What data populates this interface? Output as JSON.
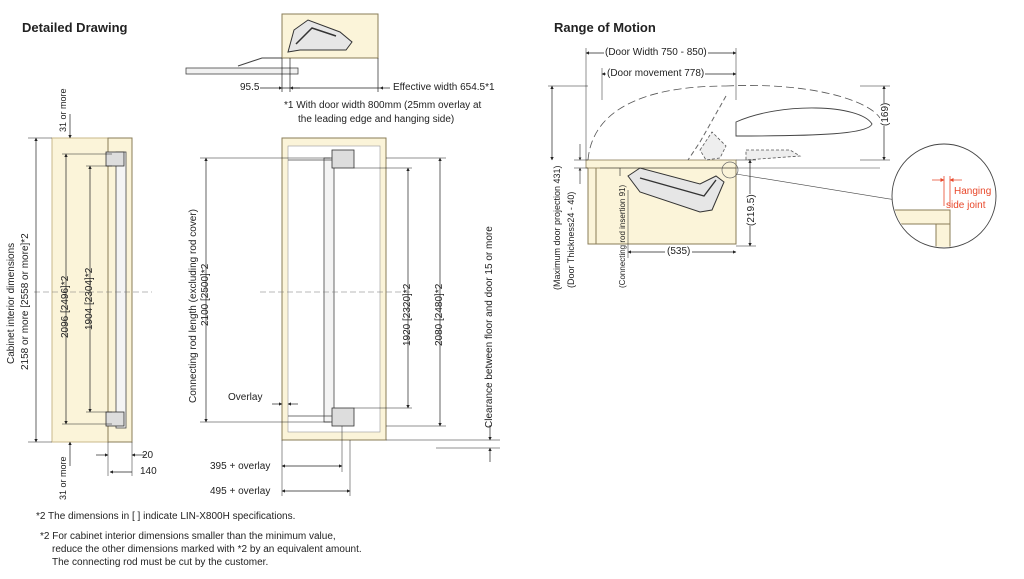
{
  "titles": {
    "detailed_drawing": "Detailed Drawing",
    "range_of_motion": "Range of Motion"
  },
  "top_detail": {
    "dim_95": "95.5",
    "effective_width": "Effective width 654.5*1",
    "note_line1": "*1 With door width 800mm (25mm overlay at",
    "note_line2": "the leading edge and hanging side)"
  },
  "side_view": {
    "top_gap": "31 or more",
    "bottom_gap": "31 or more",
    "cabinet_interior_1": "Cabinet interior dimensions",
    "cabinet_interior_2": "2158 or more [2558 or more]*2",
    "dim_2096": "2096 [2496]*2",
    "dim_1904": "1904 [2304]*2",
    "dim_20": "20",
    "dim_140": "140"
  },
  "front_view": {
    "connecting_rod_1": "Connecting rod length (excluding rod cover)",
    "connecting_rod_2": "2100 [2500]*2",
    "overlay": "Overlay",
    "dim_1920": "1920 [2320]*2",
    "dim_2080": "2080 [2480]*2",
    "clearance": "Clearance between floor and door 15 or more",
    "dim_395": "395 + overlay",
    "dim_495": "495 + overlay"
  },
  "motion": {
    "door_width": "(Door Width 750 - 850)",
    "door_movement": "(Door movement 778)",
    "dim_169": "(169)",
    "dim_219": "(219.5)",
    "dim_535": "(535)",
    "max_projection": "(Maximum door projection 431)",
    "door_thickness": "(Door Thickness24 - 40)",
    "rod_insertion": "(Connecting rod insertion 91)",
    "hanging_1": "Hanging",
    "hanging_2": "side joint"
  },
  "footnotes": {
    "fn1": "*2 The dimensions in [ ] indicate LIN-X800H specifications.",
    "fn2a": "*2 For cabinet interior dimensions smaller than the minimum value,",
    "fn2b": "reduce the other dimensions marked with *2 by an equivalent amount.",
    "fn2c": "The connecting rod must be cut by the customer."
  },
  "colors": {
    "panel_fill": "#fbf4d9",
    "panel_stroke": "#c9b88a",
    "accent_red": "#e8472a"
  }
}
